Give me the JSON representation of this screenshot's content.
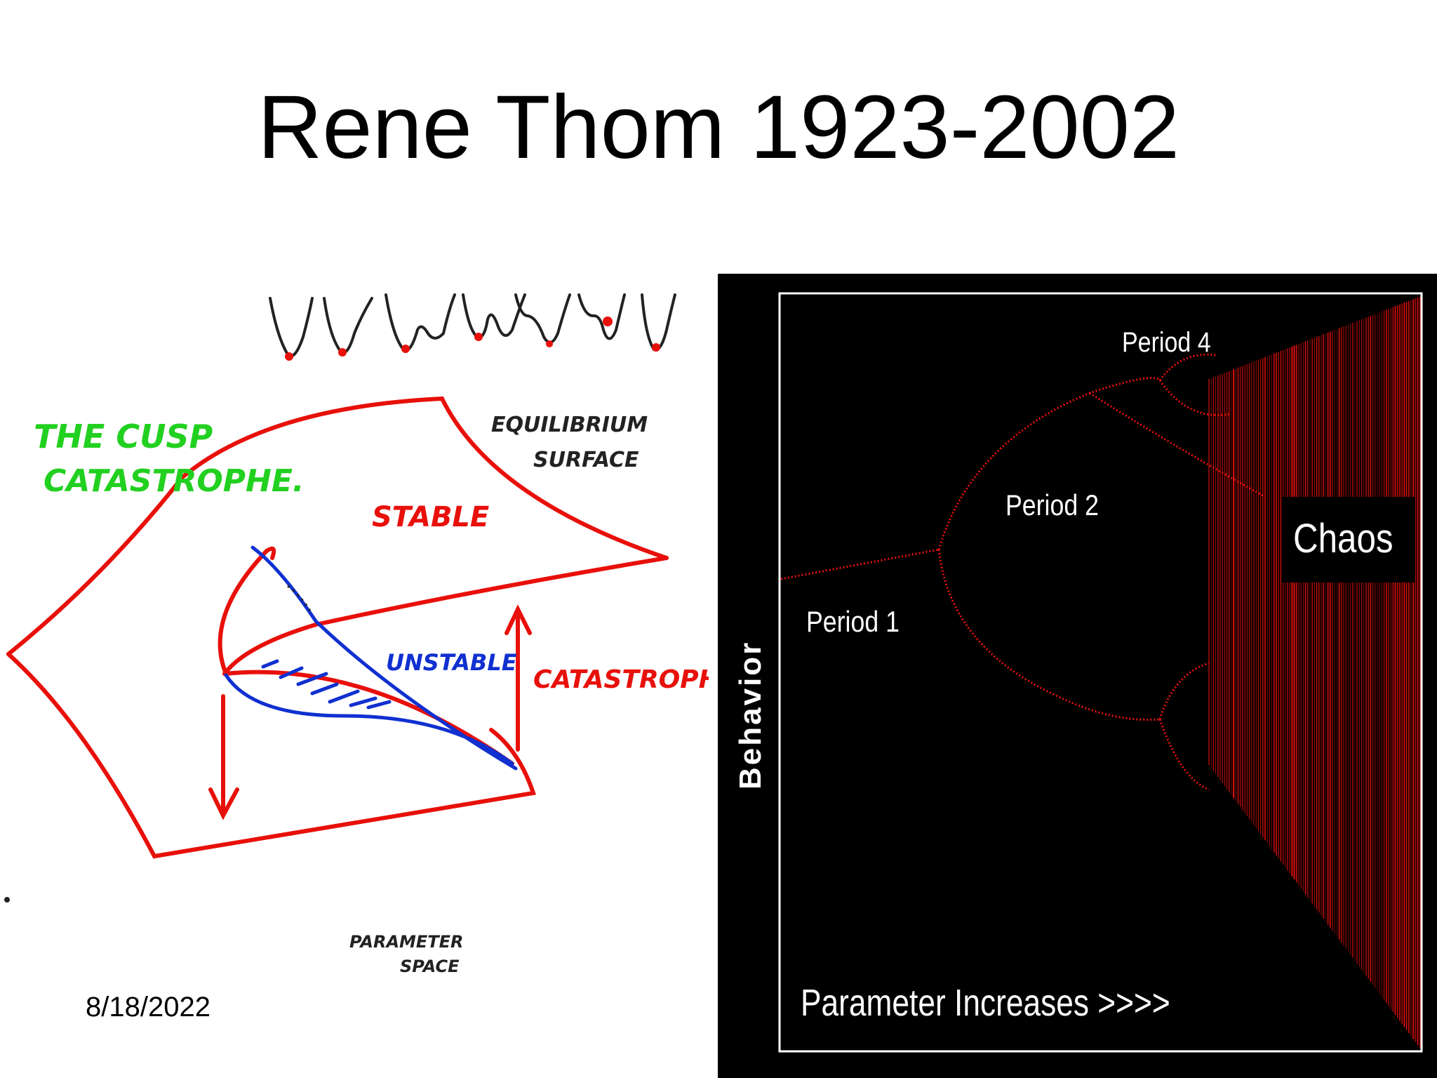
{
  "slide": {
    "title": "Rene Thom 1923-2002",
    "date": "8/18/2022"
  },
  "cusp_sketch": {
    "heading_line1": "THE CUSP",
    "heading_line2": "CATASTROPHE.",
    "equilibrium_line1": "EQUILIBRIUM",
    "equilibrium_line2": "SURFACE",
    "stable": "STABLE",
    "unstable": "UNSTABLE",
    "catastrophe": "CATASTROPHE",
    "parameter_line1": "PARAMETER",
    "parameter_line2": "SPACE",
    "colors": {
      "surface": "#e8100a",
      "unstable": "#1030d0",
      "heading": "#22d020",
      "ink": "#222222"
    }
  },
  "bifurcation_panel": {
    "period4": "Period 4",
    "period2": "Period 2",
    "period1": "Period 1",
    "chaos": "Chaos",
    "x_axis": "Parameter Increases >>>>",
    "y_axis": "Behavior",
    "colors": {
      "background": "#000000",
      "curve": "#e8100a",
      "frame": "#ffffff",
      "text": "#ffffff"
    }
  }
}
